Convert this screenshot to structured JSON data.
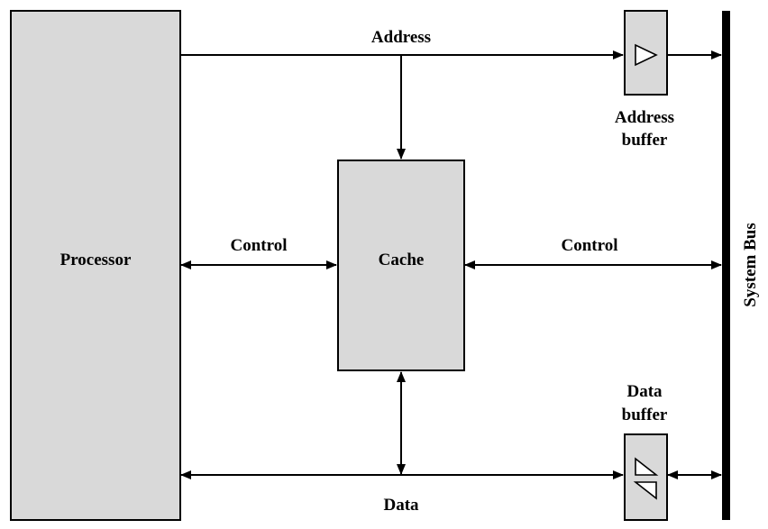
{
  "labels": {
    "processor": "Processor",
    "cache": "Cache",
    "address": "Address",
    "control_left": "Control",
    "control_right": "Control",
    "data": "Data",
    "address_buffer_line1": "Address",
    "address_buffer_line2": "buffer",
    "data_buffer_line1": "Data",
    "data_buffer_line2": "buffer",
    "system_bus": "System Bus"
  },
  "colors": {
    "box_fill": "#d9d9d9",
    "line": "#000000",
    "background": "#ffffff"
  }
}
